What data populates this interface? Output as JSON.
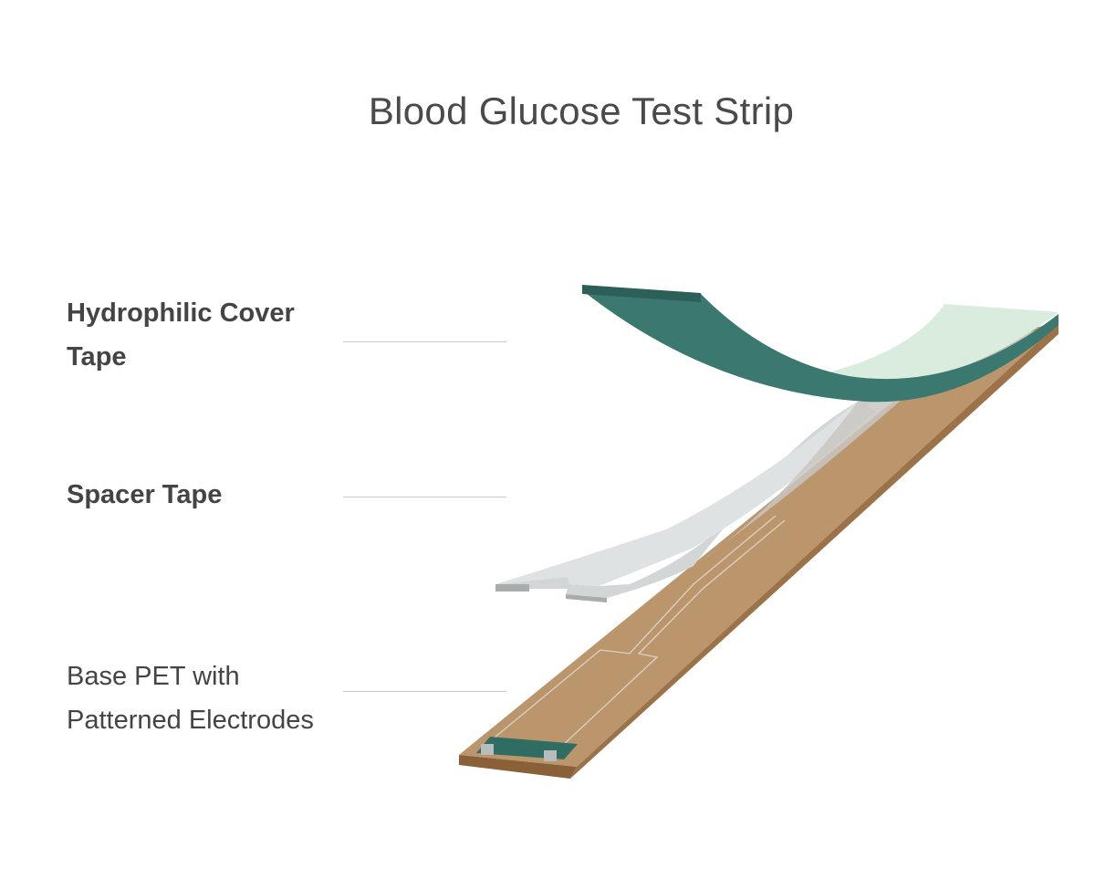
{
  "title": "Blood Glucose Test Strip",
  "layers": [
    {
      "label": "Hydrophilic Cover Tape",
      "emphasis": "bold",
      "color": "#3a7a70"
    },
    {
      "label": "Spacer Tape",
      "emphasis": "bold",
      "color": "#d4d6d6"
    },
    {
      "label": "Base PET with Patterned Electrodes",
      "emphasis": "normal",
      "color": "#b8916a"
    }
  ]
}
